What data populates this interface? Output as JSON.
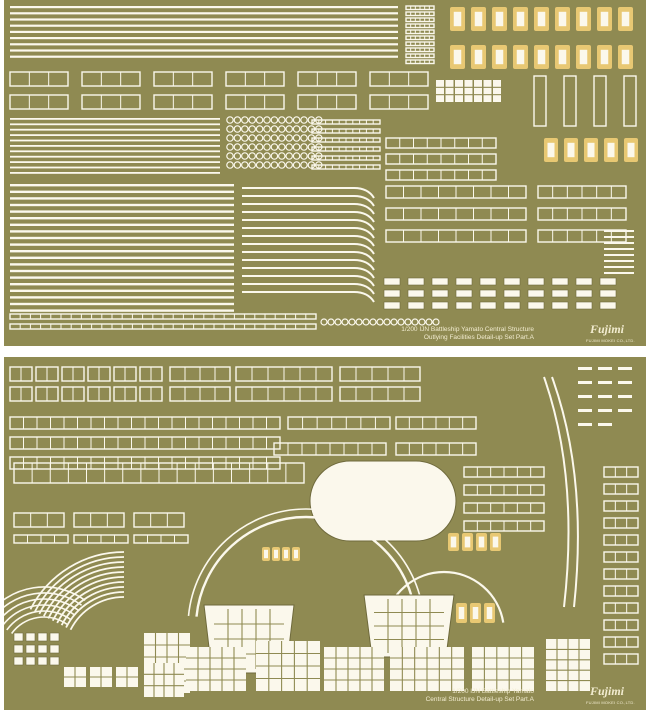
{
  "colors": {
    "brass": "#8f8a52",
    "brass_dark": "#6f6a3c",
    "etched_open": "#fbf8ec",
    "gold_part": "#e8c873",
    "text_light": "#f2ecd0"
  },
  "fret_a": {
    "caption_line1": "1/200 IJN Battleship Yamato Central Structure",
    "caption_line2": "Outlying Facilities Detail-up Set Part.A",
    "brand": "Fujimi",
    "maker": "FUJIMI MOKEI CO.,LTD."
  },
  "fret_b": {
    "caption_line1": "1/200 IJN Battleship Yamato",
    "caption_line2": "Central Structure Detail-up Set Part.A",
    "brand": "Fujimi",
    "maker": "FUJIMI MOKEI CO.,LTD."
  }
}
